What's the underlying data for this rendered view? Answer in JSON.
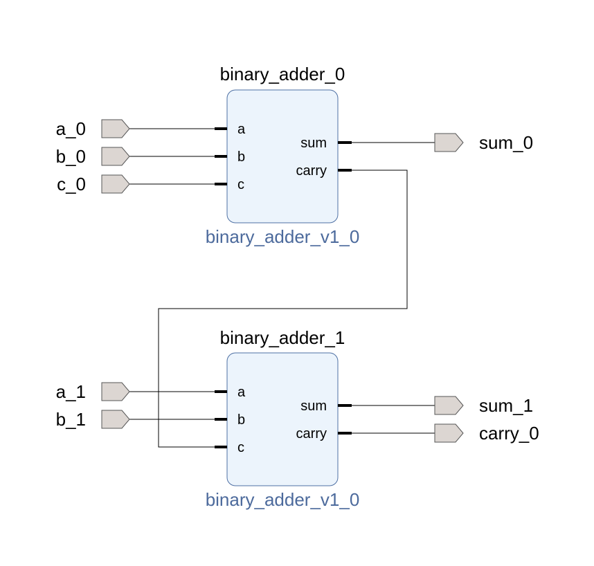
{
  "colors": {
    "block_fill": "#ecf4fc",
    "block_border": "#4d6fa3",
    "module_text": "#4c6a9c",
    "port_fill": "#dcd6d2"
  },
  "blocks": [
    {
      "instance": "binary_adder_0",
      "module": "binary_adder_v1_0",
      "inputs": [
        "a",
        "b",
        "c"
      ],
      "outputs": [
        "sum",
        "carry"
      ]
    },
    {
      "instance": "binary_adder_1",
      "module": "binary_adder_v1_0",
      "inputs": [
        "a",
        "b",
        "c"
      ],
      "outputs": [
        "sum",
        "carry"
      ]
    }
  ],
  "input_ports": [
    "a_0",
    "b_0",
    "c_0",
    "a_1",
    "b_1"
  ],
  "output_ports": [
    "sum_0",
    "sum_1",
    "carry_0"
  ]
}
